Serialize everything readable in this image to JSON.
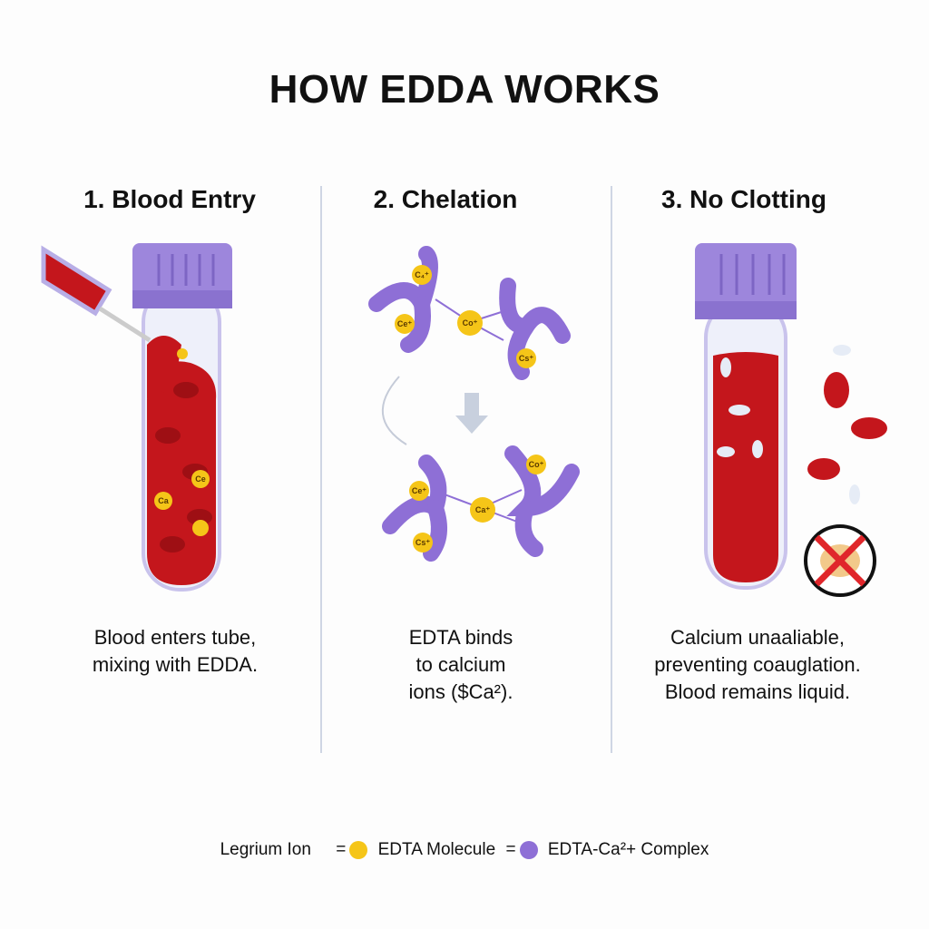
{
  "title": "HOW EDDA WORKS",
  "steps": [
    {
      "heading": "1. Blood Entry",
      "description": "Blood enters tube,\nmixing with EDDA."
    },
    {
      "heading": "2. Chelation",
      "description": "EDTA binds\n to calcium\n ions ($Ca²)."
    },
    {
      "heading": "3. No Clotting",
      "description": "Calcium unaaliable,\npreventing coauglation.\nBlood remains liquid."
    }
  ],
  "ion_labels": {
    "tube1": [
      "Ca",
      "Ce"
    ],
    "chelation_top": [
      "C₄⁺",
      "Ce⁺",
      "Co⁺",
      "Cs⁺"
    ],
    "chelation_bottom": [
      "Ce⁺",
      "Ca⁺",
      "Co⁺",
      "Cs⁺"
    ]
  },
  "legend": {
    "item1": "Legrium Ion",
    "eq1": "=",
    "item2": "EDTA Molecule",
    "eq2": "=",
    "item3": "EDTA-Ca²+ Complex"
  },
  "colors": {
    "blood": "#c4161c",
    "cap": "#9d86dc",
    "ion": "#f5c518",
    "edta": "#8e6fd6"
  }
}
